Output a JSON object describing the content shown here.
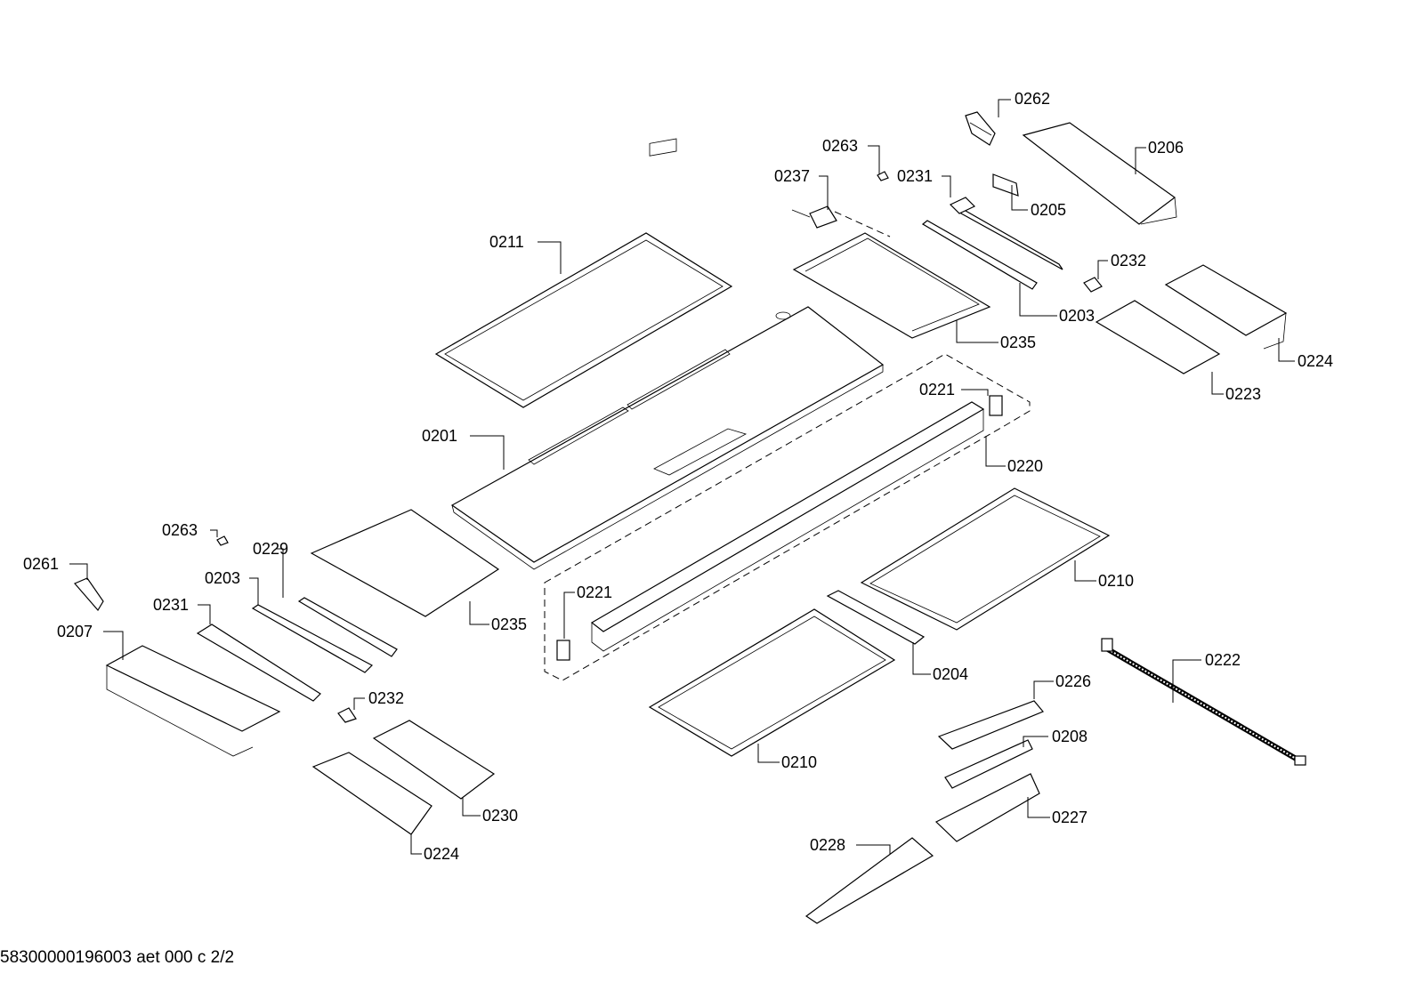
{
  "footer": "58300000196003 aet 000 c 2/2",
  "labels": {
    "l0262": "0262",
    "l0263a": "0263",
    "l0206": "0206",
    "l0237": "0237",
    "l0231a": "0231",
    "l0205": "0205",
    "l0211": "0211",
    "l0232a": "0232",
    "l0203a": "0203",
    "l0235a": "0235",
    "l0224a": "0224",
    "l0223": "0223",
    "l0221a": "0221",
    "l0201": "0201",
    "l0220": "0220",
    "l0263b": "0263",
    "l0229": "0229",
    "l0261": "0261",
    "l0203b": "0203",
    "l0231b": "0231",
    "l0207": "0207",
    "l0235b": "0235",
    "l0221b": "0221",
    "l0210a": "0210",
    "l0204": "0204",
    "l0222": "0222",
    "l0226": "0226",
    "l0208": "0208",
    "l0210b": "0210",
    "l0232b": "0232",
    "l0227": "0227",
    "l0230": "0230",
    "l0228": "0228",
    "l0224b": "0224"
  }
}
